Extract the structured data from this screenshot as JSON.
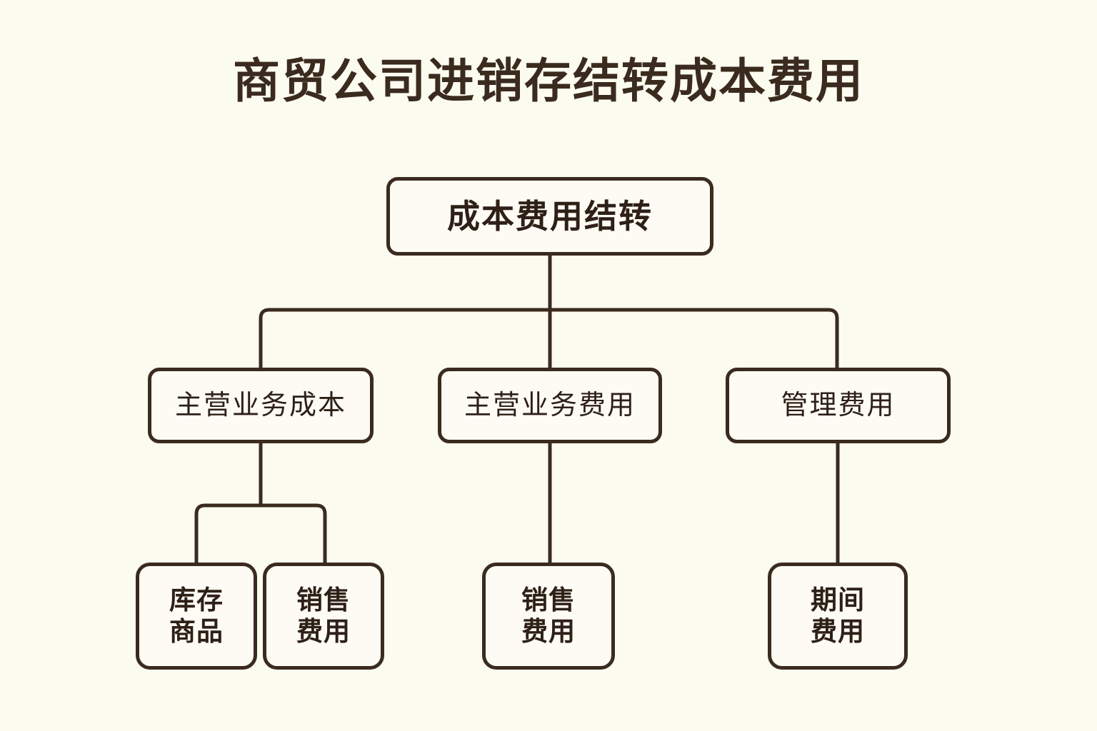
{
  "page": {
    "title": "商贸公司进销存结转成本费用",
    "background_color": "#fcfbf0",
    "stroke_color": "#3b2b1f",
    "node_fill_color": "#fdfbf4",
    "text_color": "#2e2017"
  },
  "diagram": {
    "type": "tree",
    "root": {
      "label": "成本费用结转"
    },
    "level2": [
      {
        "label": "主营业务成本"
      },
      {
        "label": "主营业务费用"
      },
      {
        "label": "管理费用"
      }
    ],
    "leaves": [
      {
        "label": "库存\n商品",
        "parent": "主营业务成本"
      },
      {
        "label": "销售\n费用",
        "parent": "主营业务成本"
      },
      {
        "label": "销售\n费用",
        "parent": "主营业务费用"
      },
      {
        "label": "期间\n费用",
        "parent": "管理费用"
      }
    ]
  }
}
